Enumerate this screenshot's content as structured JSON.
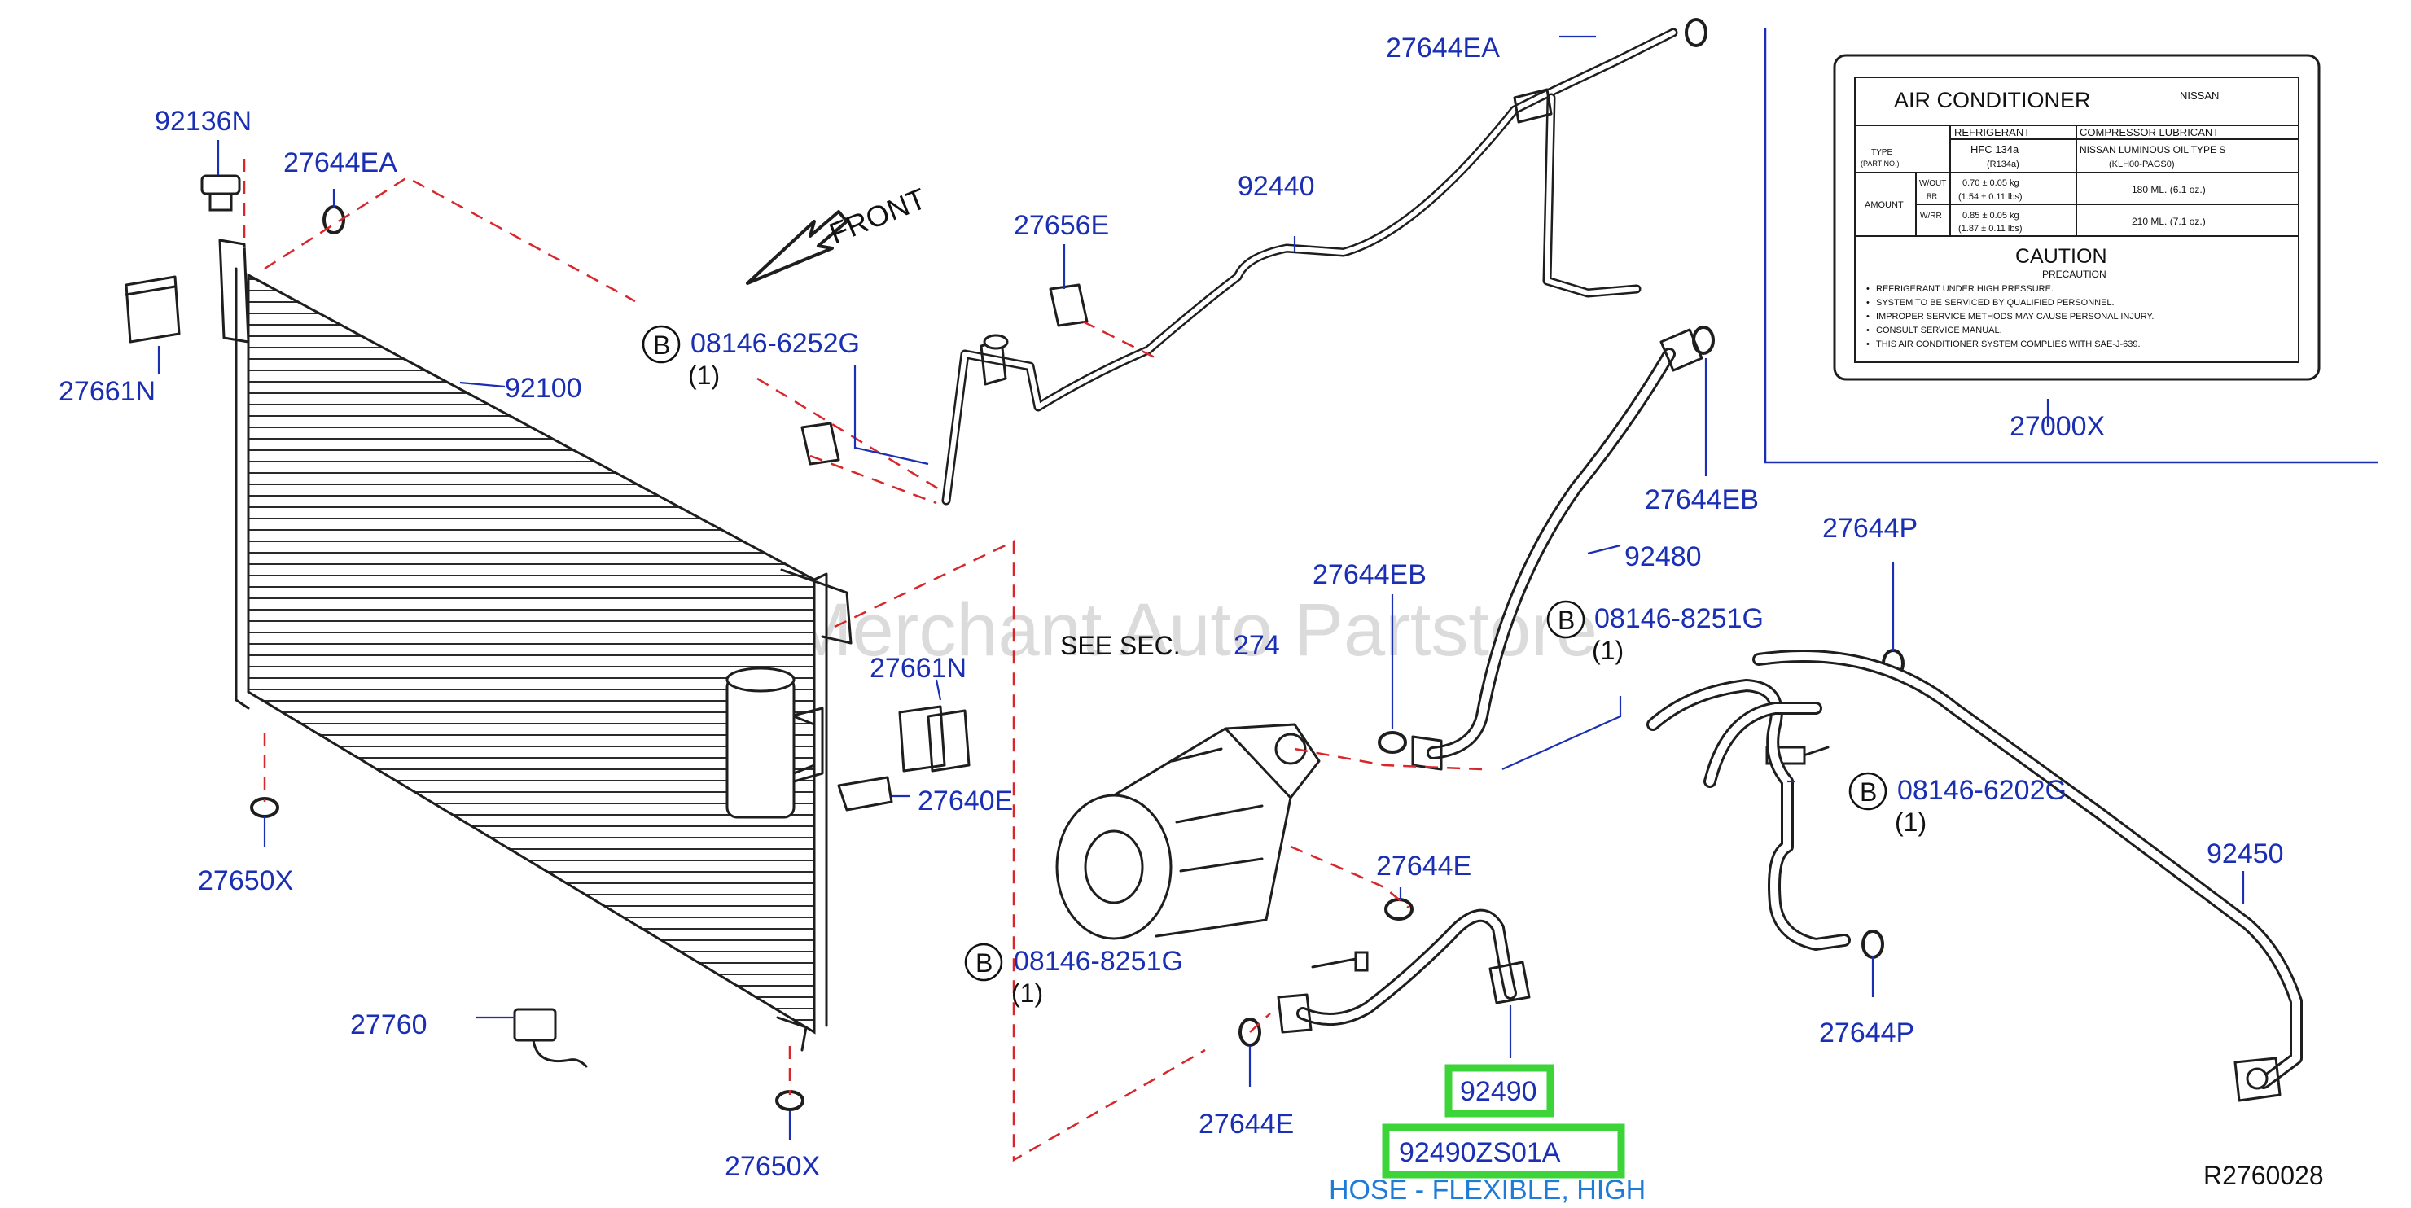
{
  "watermark": "Multi-Merchant Auto Partstore",
  "front_label": "FRONT",
  "see_sec": {
    "prefix": "SEE   SEC.",
    "number": "274"
  },
  "drawing_id": "R2760028",
  "highlighted": {
    "part": "92490",
    "oem": "92490ZS01A",
    "description": "HOSE - FLEXIBLE, HIGH"
  },
  "bolts": [
    {
      "letter": "B",
      "code": "08146-6252G",
      "qty": "(1)"
    },
    {
      "letter": "B",
      "code": "08146-8251G",
      "qty": "(1)"
    },
    {
      "letter": "B",
      "code": "08146-6202G",
      "qty": "(1)"
    },
    {
      "letter": "B",
      "code": "08146-8251G",
      "qty": "(1)"
    }
  ],
  "parts": {
    "p92136N": "92136N",
    "p27644EA_1": "27644EA",
    "p27644EA_2": "27644EA",
    "p27661N_1": "27661N",
    "p27661N_2": "27661N",
    "p92100": "92100",
    "p27650X_1": "27650X",
    "p27650X_2": "27650X",
    "p27760": "27760",
    "p27640E": "27640E",
    "p27656E": "27656E",
    "p92440": "92440",
    "p27644EB_1": "27644EB",
    "p27644EB_2": "27644EB",
    "p92480": "92480",
    "p27644E_1": "27644E",
    "p27644E_2": "27644E",
    "p27644P_1": "27644P",
    "p27644P_2": "27644P",
    "p92450": "92450",
    "p27000X": "27000X"
  },
  "ac_label": {
    "title": "AIR   CONDITIONER",
    "brand": "NISSAN",
    "refrigerant_header": "REFRIGERANT",
    "compressor_header": "COMPRESSOR   LUBRICANT",
    "type_label": "TYPE",
    "part_no_label": "(PART      NO.)",
    "refrigerant_type": "HFC    134a",
    "refrigerant_code": "(R134a)",
    "lubricant_type": "NISSAN    LUMINOUS    OIL    TYPE    S",
    "lubricant_code": "(KLH00-PAGS0)",
    "amount_label": "AMOUNT",
    "wout_label": "W/OUT",
    "rr_label": "RR",
    "wrr_label": "W/RR",
    "wout_kg": "0.70    ±    0.05    kg",
    "wout_lbs": "(1.54    ±    0.11    lbs)",
    "wout_ml": "180    ML.    (6.1    oz.)",
    "wrr_kg": "0.85    ±    0.05    kg",
    "wrr_lbs": "(1.87    ±    0.11    lbs)",
    "wrr_ml": "210    ML.    (7.1    oz.)",
    "caution": "CAUTION",
    "precaution": "PRECAUTION",
    "bullets": [
      "REFRIGERANT    UNDER    HIGH    PRESSURE.",
      "SYSTEM    TO    BE    SERVICED    BY    QUALIFIED    PERSONNEL.",
      "IMPROPER    SERVICE    METHODS    MAY    CAUSE    PERSONAL    INJURY.",
      "CONSULT    SERVICE    MANUAL.",
      "THIS    AIR    CONDITIONER    SYSTEM    COMPLIES    WITH    SAE-J-639."
    ]
  }
}
